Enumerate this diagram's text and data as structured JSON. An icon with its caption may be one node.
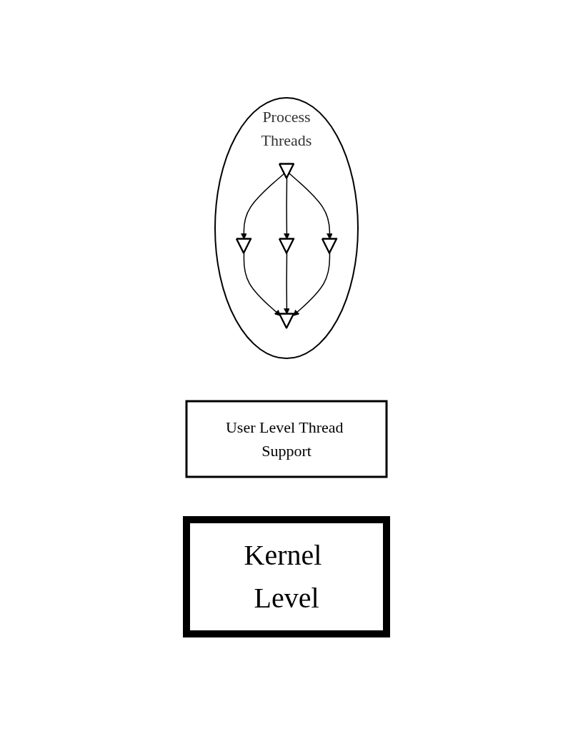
{
  "diagram": {
    "nodes": [
      {
        "text": [
          "Process",
          "Threads"
        ]
      },
      {
        "text": [],
        "shape": "arrow",
        "in": 0
      },
      {
        "text": [],
        "shape": "arrow",
        "in": 0
      },
      {
        "text": [],
        "shape": "arrow",
        "in": 0
      },
      {
        "text": [],
        "shape": "arrow",
        "in": 0
      },
      {
        "text": [],
        "shape": "arrow",
        "in": 0
      },
      {
        "text": [
          "User Level Thread Support"
        ]
      },
      {
        "text": [
          "Kernel Level"
        ]
      }
    ],
    "edges": [
      {
        "from": 1,
        "to": 2,
        "arrow": "to"
      },
      {
        "from": 1,
        "to": 3,
        "arrow": "to"
      },
      {
        "from": 1,
        "to": 4,
        "arrow": "to"
      },
      {
        "from": 2,
        "to": 5,
        "arrow": "to"
      },
      {
        "from": 3,
        "to": 5,
        "arrow": "to"
      },
      {
        "from": 4,
        "to": 5,
        "arrow": "to"
      }
    ]
  }
}
